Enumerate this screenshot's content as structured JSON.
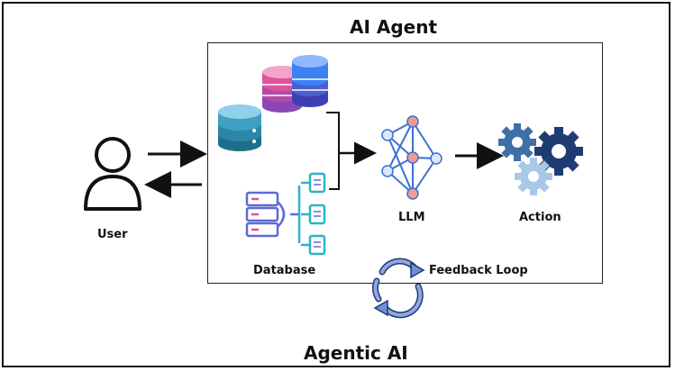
{
  "titles": {
    "agent": "AI Agent",
    "agentic": "Agentic AI"
  },
  "labels": {
    "user": "User",
    "database": "Database",
    "llm": "LLM",
    "action": "Action",
    "feedback": "Feedback Loop"
  },
  "icons": {
    "user": "user-icon",
    "databases": "database-stack-icons",
    "server": "server-icon",
    "documents": "document-list-icon",
    "llm": "neural-network-icon",
    "action": "gears-icon",
    "feedback": "cycle-arrows-icon"
  },
  "colors": {
    "dark_navy": "#1f3b73",
    "blue": "#3b82f6",
    "pink": "#e0529b",
    "teal": "#1e6e8c",
    "light_blue": "#a9c7e8",
    "node_red": "#f29a8e"
  }
}
